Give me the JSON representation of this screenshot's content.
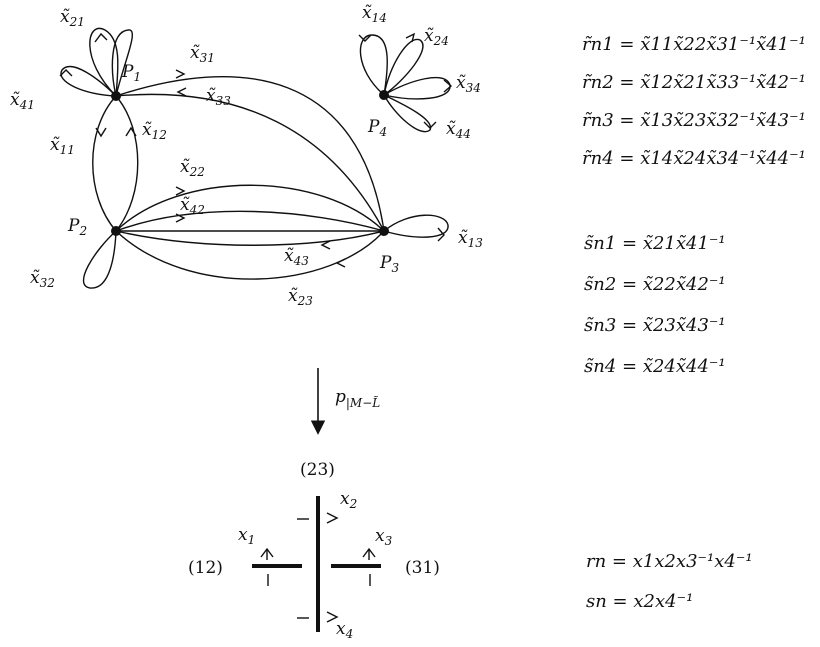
{
  "graph": {
    "vertices": [
      {
        "id": "P1",
        "label": "P",
        "sub": "1"
      },
      {
        "id": "P2",
        "label": "P",
        "sub": "2"
      },
      {
        "id": "P3",
        "label": "P",
        "sub": "3"
      },
      {
        "id": "P4",
        "label": "P",
        "sub": "4"
      }
    ],
    "edges": [
      {
        "id": "x21",
        "base": "x",
        "sub": "21"
      },
      {
        "id": "x41",
        "base": "x",
        "sub": "41"
      },
      {
        "id": "x31",
        "base": "x",
        "sub": "31"
      },
      {
        "id": "x33",
        "base": "x",
        "sub": "33"
      },
      {
        "id": "x11",
        "base": "x",
        "sub": "11"
      },
      {
        "id": "x12",
        "base": "x",
        "sub": "12"
      },
      {
        "id": "x22",
        "base": "x",
        "sub": "22"
      },
      {
        "id": "x42",
        "base": "x",
        "sub": "42"
      },
      {
        "id": "x32",
        "base": "x",
        "sub": "32"
      },
      {
        "id": "x13",
        "base": "x",
        "sub": "13"
      },
      {
        "id": "x43",
        "base": "x",
        "sub": "43"
      },
      {
        "id": "x23",
        "base": "x",
        "sub": "23"
      },
      {
        "id": "x14",
        "base": "x",
        "sub": "14"
      },
      {
        "id": "x24",
        "base": "x",
        "sub": "24"
      },
      {
        "id": "x34",
        "base": "x",
        "sub": "34"
      },
      {
        "id": "x44",
        "base": "x",
        "sub": "44"
      }
    ]
  },
  "map": {
    "label": "p",
    "sub": "|M−L̃"
  },
  "relations_r": [
    "r̃n1 = x̃11x̃22x̃31⁻¹x̃41⁻¹",
    "r̃n2 = x̃12x̃21x̃33⁻¹x̃42⁻¹",
    "r̃n3 = x̃13x̃23x̃32⁻¹x̃43⁻¹",
    "r̃n4 = x̃14x̃24x̃34⁻¹x̃44⁻¹"
  ],
  "relations_s": [
    "s̃n1 = x̃21x̃41⁻¹",
    "s̃n2 = x̃22x̃42⁻¹",
    "s̃n3 = x̃23x̃43⁻¹",
    "s̃n4 = x̃24x̃44⁻¹"
  ],
  "base": {
    "label_top": "(23)",
    "label_left": "(12)",
    "label_right": "(31)",
    "x1": {
      "base": "x",
      "sub": "1"
    },
    "x2": {
      "base": "x",
      "sub": "2"
    },
    "x3": {
      "base": "x",
      "sub": "3"
    },
    "x4": {
      "base": "x",
      "sub": "4"
    }
  },
  "base_relations": [
    "rn = x1x2x3⁻¹x4⁻¹",
    "sn = x2x4⁻¹"
  ]
}
